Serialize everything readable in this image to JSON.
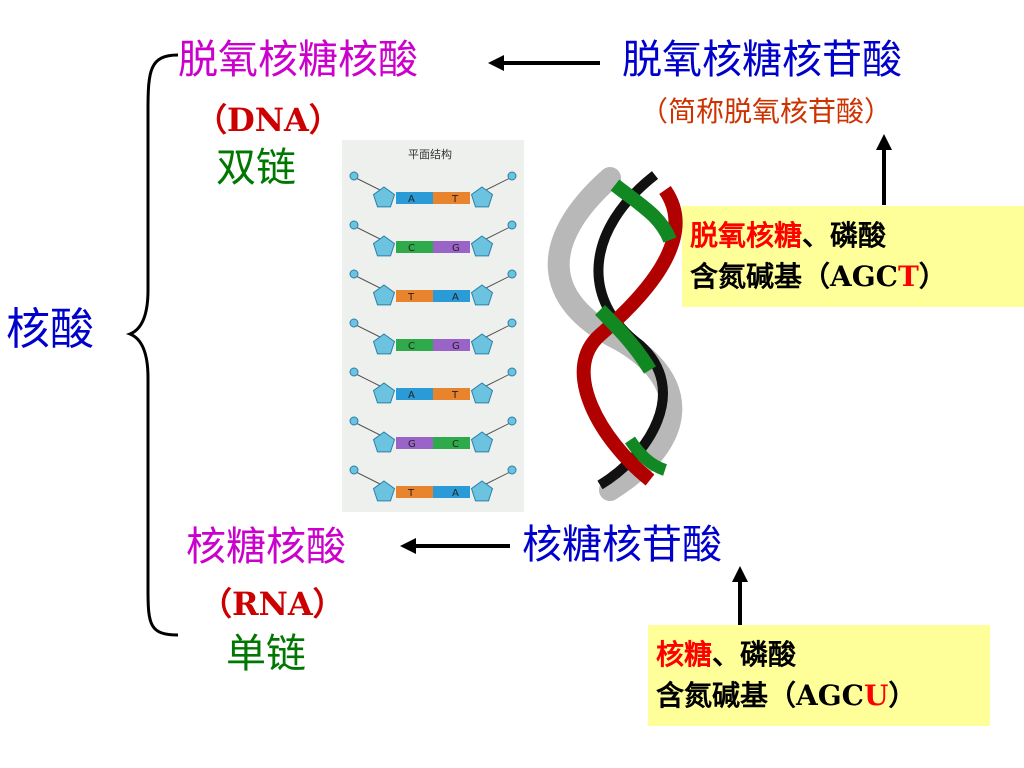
{
  "title": "核酸",
  "dna": {
    "name": "脱氧核糖核酸",
    "abbr": "（DNA）",
    "strand": "双链",
    "monomer": "脱氧核糖核苷酸",
    "monomer_short": "（简称脱氧核苷酸）",
    "components": {
      "sugar": "脱氧核糖",
      "rest_line1": "、磷酸",
      "line2_prefix": "含氮碱基（AGC",
      "special_base": "T",
      "line2_suffix": "）"
    }
  },
  "rna": {
    "name": "核糖核酸",
    "abbr": "（RNA）",
    "strand": "单链",
    "monomer": "核糖核苷酸",
    "components": {
      "sugar": "核糖",
      "rest_line1": "、磷酸",
      "line2_prefix": "含氮碱基（AGC",
      "special_base": "U",
      "line2_suffix": "）"
    }
  },
  "figure": {
    "caption": "平面结构",
    "pairs": [
      {
        "left": "A",
        "right": "T",
        "lc": "#2a9bd6",
        "rc": "#e8842e"
      },
      {
        "left": "C",
        "right": "G",
        "lc": "#2faa4a",
        "rc": "#9a63c8"
      },
      {
        "left": "T",
        "right": "A",
        "lc": "#e8842e",
        "rc": "#2a9bd6"
      },
      {
        "left": "C",
        "right": "G",
        "lc": "#2faa4a",
        "rc": "#9a63c8"
      },
      {
        "left": "A",
        "right": "T",
        "lc": "#2a9bd6",
        "rc": "#e8842e"
      },
      {
        "left": "G",
        "right": "C",
        "lc": "#9a63c8",
        "rc": "#2faa4a"
      },
      {
        "left": "T",
        "right": "A",
        "lc": "#e8842e",
        "rc": "#2a9bd6"
      }
    ]
  },
  "colors": {
    "title": "#0000cc",
    "name": "#cc00cc",
    "abbr": "#cc0000",
    "strand": "#007700",
    "monomer": "#0000cc",
    "monomer_short": "#cc3300",
    "highlight": "#ff0000",
    "box": "#ffff99"
  }
}
